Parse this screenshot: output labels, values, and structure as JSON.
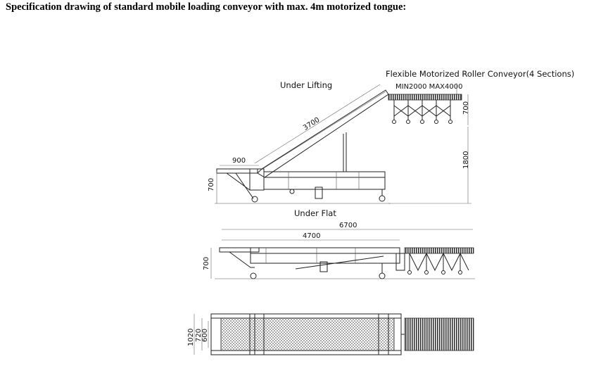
{
  "heading": "Specification drawing of standard mobile loading conveyor with max. 4m motorized tongue:",
  "labels": {
    "flexible_conveyor": "Flexible Motorized Roller Conveyor(4 Sections)",
    "flex_range": "MIN2000   MAX4000",
    "under_lifting": "Under Lifting",
    "under_flat": "Under Flat"
  },
  "dimensions": {
    "incline_length": "3700",
    "tongue_length": "900",
    "height_left_top": "700",
    "flex_height": "700",
    "lift_height": "1800",
    "overall_length": "6700",
    "body_length": "4700",
    "height_left_mid": "700",
    "width_outer": "1020",
    "width_mid": "720",
    "width_inner": "600"
  },
  "colors": {
    "line": "#222222",
    "hatch": "#555555"
  }
}
